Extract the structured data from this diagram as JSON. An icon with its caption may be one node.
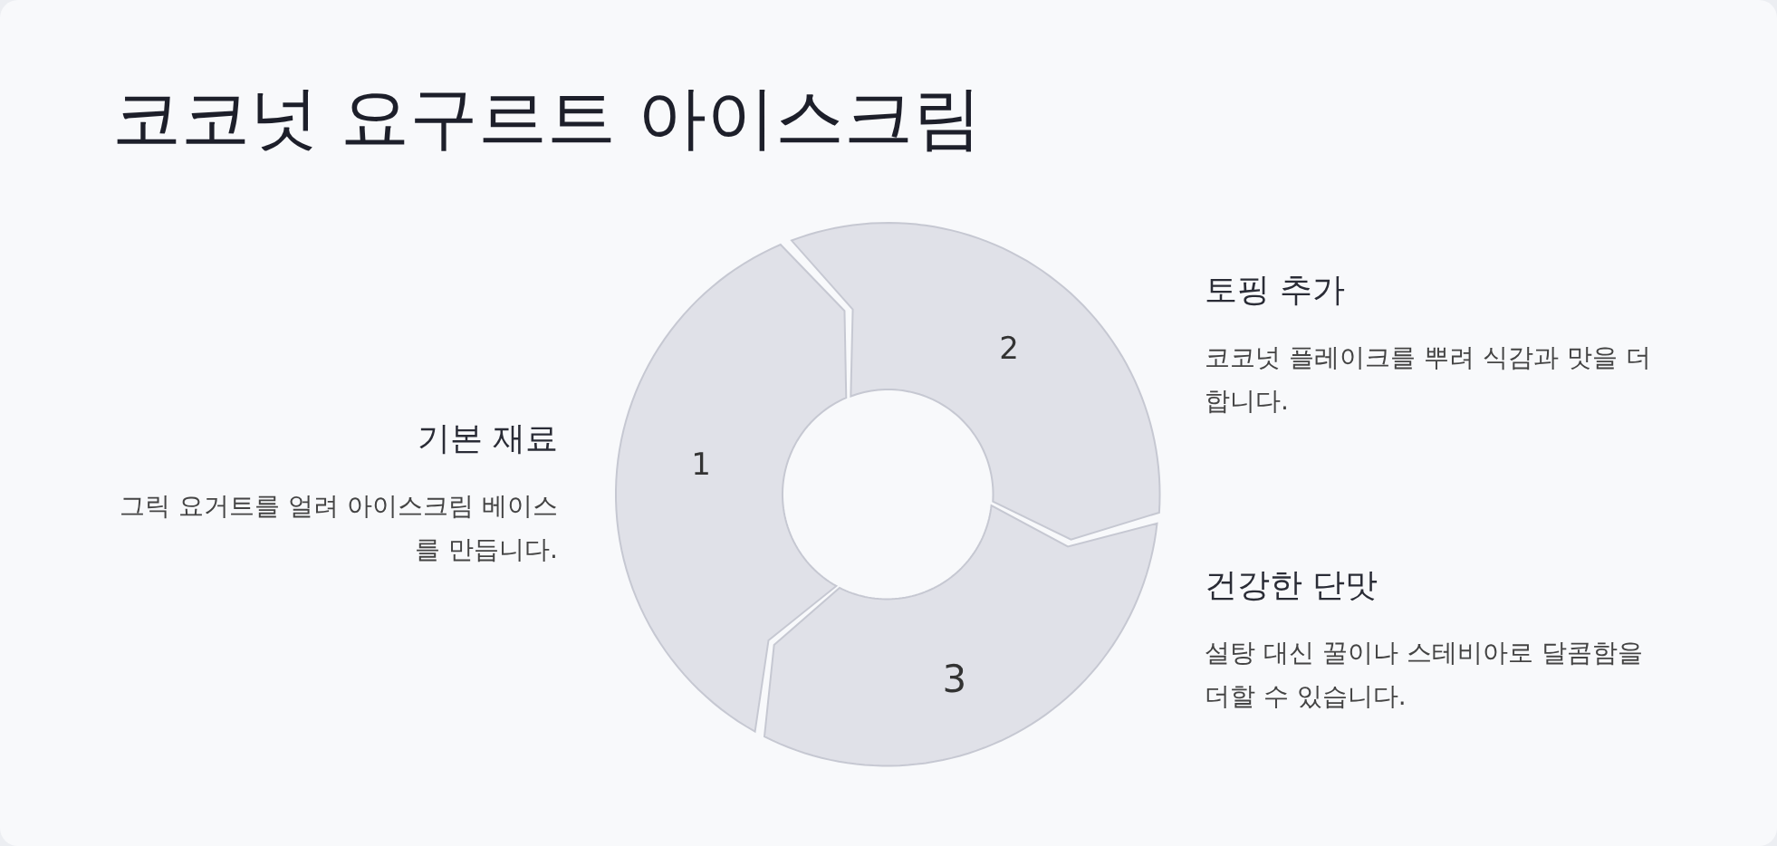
{
  "diagram": {
    "title": "코코넛 요구르트 아이스크림",
    "nodes": [
      {
        "text": [
          "1"
        ],
        "beside": [
          "기본 재료",
          "그릭 요거트를 얼려 아이스크림 베이스를 만듭니다."
        ]
      },
      {
        "text": [
          "2"
        ],
        "beside": [
          "토핑 추가",
          "코코넛 플레이크를 뿌려 식감과 맛을 더합니다."
        ]
      },
      {
        "text": [
          "3"
        ],
        "beside": [
          "건강한 단맛",
          "설탕 대신 꿀이나 스테비아로 달콤함을 더할 수 있습니다."
        ]
      }
    ]
  }
}
